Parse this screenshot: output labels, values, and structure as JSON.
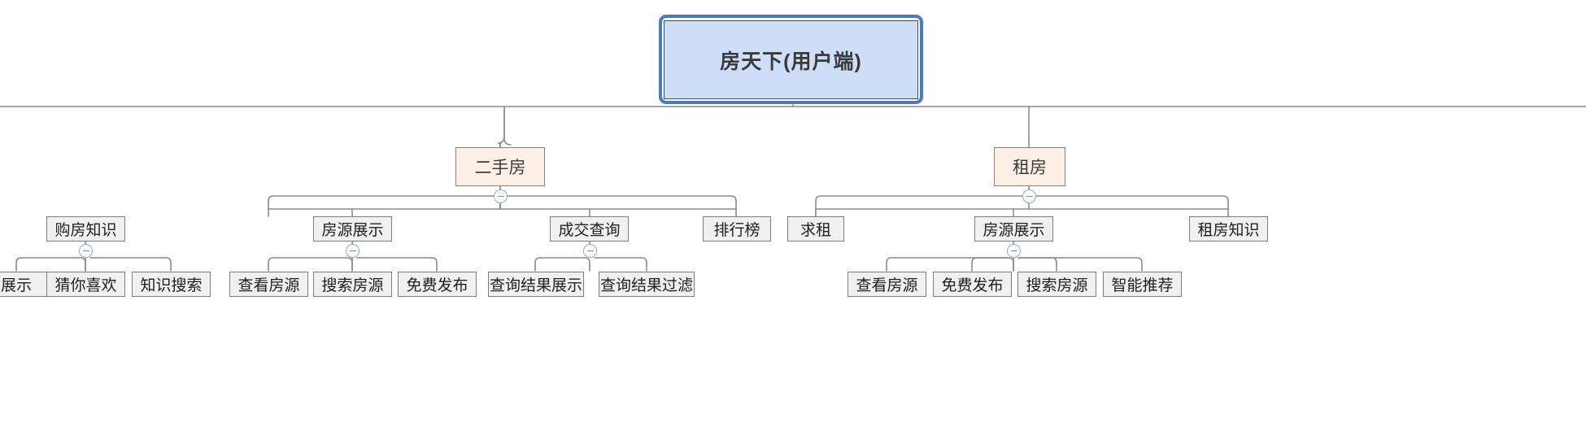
{
  "diagram": {
    "type": "mindmap-tree",
    "title": "房天下(用户端)",
    "orientation": "top-down",
    "colors": {
      "root_fill": "#cfdef8",
      "root_border": "#2f4f7f",
      "root_selection": "#4a7ac0",
      "level2_fill": "#fcf0e6",
      "level2_border": "#8a8178",
      "node_fill": "#f0f0f0",
      "node_border": "#7d7d7d",
      "link": "#8c8c8c",
      "toggle_border": "#8aa8d8",
      "canvas": "#ffffff"
    }
  },
  "root": {
    "label": "房天下(用户端)",
    "selected": true
  },
  "branches": [
    {
      "label": "二手房",
      "collapse_icon": "minus-circle-icon",
      "children": [
        {
          "label": "购房知识",
          "collapse_icon": "minus-circle-icon",
          "children": [
            {
              "label": "展示"
            },
            {
              "label": "猜你喜欢"
            },
            {
              "label": "知识搜索"
            }
          ]
        },
        {
          "label": "房源展示",
          "collapse_icon": "minus-circle-icon",
          "children": [
            {
              "label": "查看房源"
            },
            {
              "label": "搜索房源"
            },
            {
              "label": "免费发布"
            }
          ]
        },
        {
          "label": "成交查询",
          "collapse_icon": "minus-circle-icon",
          "children": [
            {
              "label": "查询结果展示"
            },
            {
              "label": "查询结果过滤"
            }
          ]
        },
        {
          "label": "排行榜",
          "children": []
        }
      ]
    },
    {
      "label": "租房",
      "collapse_icon": "minus-circle-icon",
      "children": [
        {
          "label": "求租",
          "children": []
        },
        {
          "label": "房源展示",
          "collapse_icon": "minus-circle-icon",
          "children": [
            {
              "label": "查看房源"
            },
            {
              "label": "免费发布"
            },
            {
              "label": "搜索房源"
            },
            {
              "label": "智能推荐"
            }
          ]
        },
        {
          "label": "租房知识",
          "children": []
        }
      ]
    }
  ],
  "nodes": {
    "root": {
      "label": "房天下(用户端)"
    },
    "b1": {
      "label": "二手房"
    },
    "b2": {
      "label": "租房"
    },
    "c11": {
      "label": "购房知识"
    },
    "c12": {
      "label": "房源展示"
    },
    "c13": {
      "label": "成交查询"
    },
    "c14": {
      "label": "排行榜"
    },
    "c21": {
      "label": "求租"
    },
    "c22": {
      "label": "房源展示"
    },
    "c23": {
      "label": "租房知识"
    },
    "l111": {
      "label": "展示"
    },
    "l112": {
      "label": "猜你喜欢"
    },
    "l113": {
      "label": "知识搜索"
    },
    "l121": {
      "label": "查看房源"
    },
    "l122": {
      "label": "搜索房源"
    },
    "l123": {
      "label": "免费发布"
    },
    "l131": {
      "label": "查询结果展示"
    },
    "l132": {
      "label": "查询结果过滤"
    },
    "l221": {
      "label": "查看房源"
    },
    "l222": {
      "label": "免费发布"
    },
    "l223": {
      "label": "搜索房源"
    },
    "l224": {
      "label": "智能推荐"
    }
  }
}
